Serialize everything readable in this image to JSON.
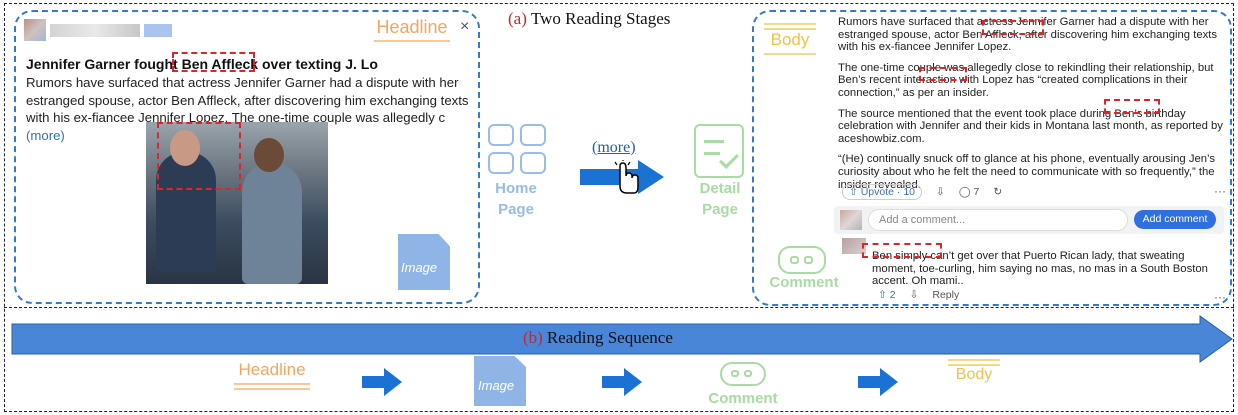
{
  "stages": {
    "tag": "(a)",
    "title": "Two Reading Stages"
  },
  "home": {
    "headline_label": "Headline",
    "close": "×",
    "title": {
      "pre": "Jennifer Garner fought ",
      "highlight": "Ben Affleck",
      "post": " over texting J. Lo"
    },
    "body": "Rumors have surfaced that actress Jennifer Garner had a dispute with her estranged spouse, actor Ben Affleck, after discovering him exchanging texts with his ex-fiancee Jennifer Lopez. The one-time couple was allegedly c",
    "more": "(more)",
    "image_label": "Image",
    "page_label": "Home\nPage"
  },
  "transition": {
    "link": "(more)"
  },
  "detail": {
    "page_label": "Detail\nPage",
    "body_label": "Body",
    "paragraphs": [
      "Rumors have surfaced that actress Jennifer Garner had a dispute with her estranged spouse, actor Ben Affleck, after discovering him exchanging texts with his ex-fiancee Jennifer Lopez.",
      "The one-time couple was allegedly close to rekindling their relationship, but Ben’s recent interaction with Lopez has “created complications in their connection,” as per an insider.",
      "The source mentioned that the event took place during Ben’s birthday celebration with Jennifer and their kids in Montana last month, as reported by aceshowbiz.com.",
      "“(He) continually snuck off to glance at his phone, eventually arousing Jen’s curiosity about who he felt the need to communicate with so frequently,” the insider revealed."
    ],
    "upvote": "Upvote · 10",
    "comments_count": "7",
    "more_dots": "···",
    "comment_placeholder": "Add a comment...",
    "comment_button": "Add comment",
    "comment_label": "Comment",
    "reply": "Ben simply can’t get over that Puerto Rican lady, that sweating moment, toe-curling, him saying no mas, no mas in a South Boston accent. Oh mami..",
    "reply_upvote": "2",
    "reply_action": "Reply"
  },
  "sequence": {
    "tag": "(b)",
    "title": "Reading Sequence",
    "steps": [
      "Headline",
      "Image",
      "Comment",
      "Body"
    ]
  },
  "colors": {
    "panel_border": "#2e7bcf",
    "highlight_box": "#e0252a",
    "headline": "#f5a560",
    "image": "#8fb5e6",
    "comment": "#a8dca2",
    "body": "#f2c14a",
    "arrow": "#1a73d4"
  }
}
